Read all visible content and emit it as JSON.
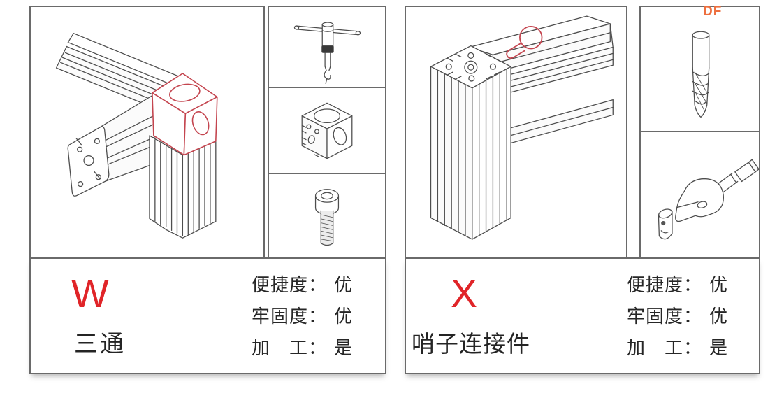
{
  "watermark": {
    "text": "DF",
    "color": "#ed6f3f"
  },
  "colors": {
    "accent_red": "#e02428",
    "drawing_red": "#c4454f",
    "border_gray": "#6a6a6a",
    "line_gray": "#4d4d4d",
    "text": "#2b2b2b"
  },
  "cards": [
    {
      "code": "W",
      "name": "三通",
      "illustration": "corner-of-two-extrusions-joined-by-red-three-way-cube",
      "parts": [
        "t-handle-tap-wrench",
        "cube-connector-block",
        "socket-head-cap-screw"
      ],
      "specs": [
        {
          "label": "便捷度：",
          "value": "优"
        },
        {
          "label": "牢固度：",
          "value": "优"
        },
        {
          "label": "加　工：",
          "value": "是"
        }
      ]
    },
    {
      "code": "X",
      "name": "哨子连接件",
      "illustration": "corner-of-two-extrusions-with-red-keyhole-slot",
      "parts": [
        "drill-bit",
        "whistle-connector-with-bolt"
      ],
      "specs": [
        {
          "label": "便捷度：",
          "value": "优"
        },
        {
          "label": "牢固度：",
          "value": "优"
        },
        {
          "label": "加　工：",
          "value": "是"
        }
      ]
    }
  ]
}
